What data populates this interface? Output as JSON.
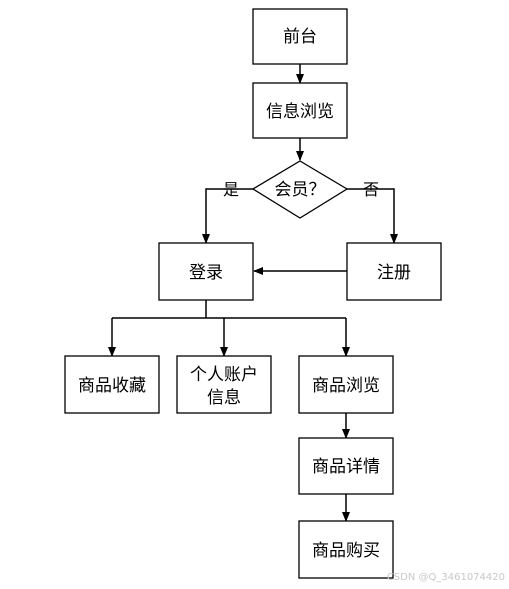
{
  "nodes": {
    "front": "前台",
    "browse_info": "信息浏览",
    "member": "会员？",
    "login": "登录",
    "register": "注册",
    "favorites": "商品收藏",
    "account_line1": "个人账户",
    "account_line2": "信息",
    "product_browse": "商品浏览",
    "product_detail": "商品详情",
    "product_buy": "商品购买"
  },
  "edges": {
    "yes": "是",
    "no": "否"
  },
  "watermark": "CSDN @Q_3461074420"
}
